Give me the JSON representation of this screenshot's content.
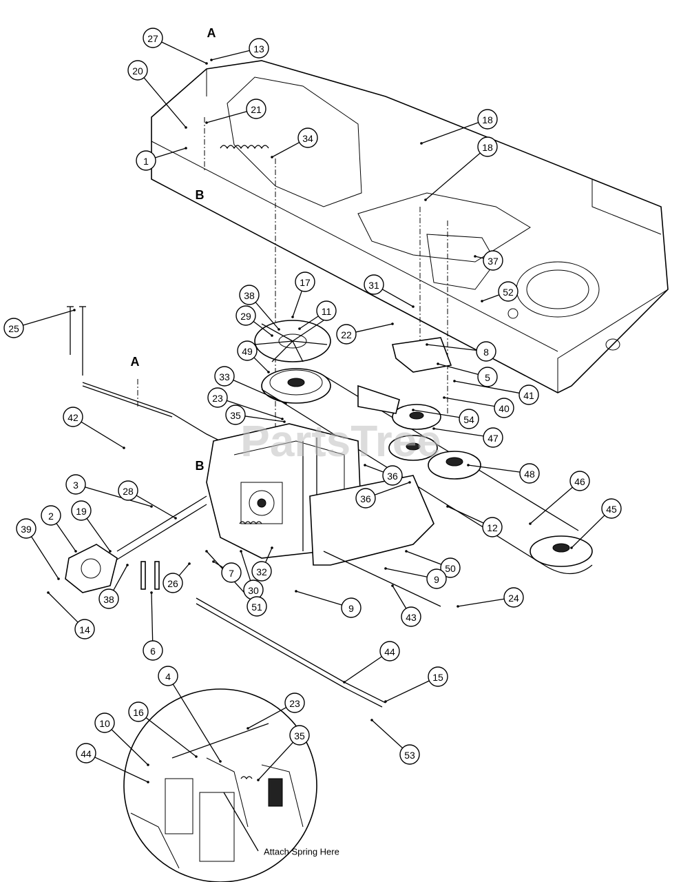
{
  "watermark": "PartsTree",
  "reference_letters": [
    "A",
    "B",
    "A",
    "B"
  ],
  "note": "Attach Spring Here",
  "callouts": [
    "27",
    "13",
    "20",
    "21",
    "1",
    "34",
    "18",
    "18",
    "37",
    "52",
    "31",
    "17",
    "38",
    "11",
    "29",
    "49",
    "25",
    "22",
    "8",
    "5",
    "41",
    "40",
    "54",
    "47",
    "33",
    "23",
    "35",
    "42",
    "3",
    "28",
    "2",
    "19",
    "39",
    "36",
    "36",
    "48",
    "46",
    "45",
    "12",
    "50",
    "9",
    "9",
    "7",
    "26",
    "38",
    "30",
    "32",
    "51",
    "43",
    "24",
    "14",
    "6",
    "44",
    "15",
    "53",
    "4",
    "16",
    "23",
    "10",
    "35",
    "44"
  ]
}
